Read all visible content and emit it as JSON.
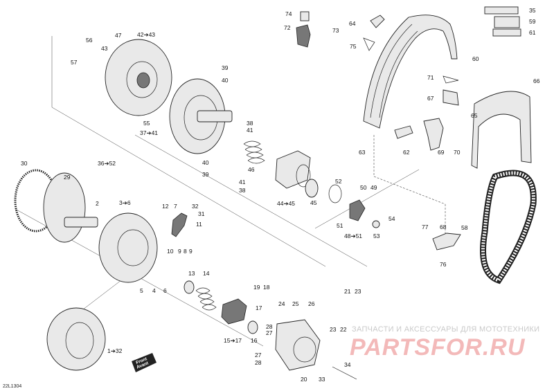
{
  "figure_code": "22L1304",
  "front_label": [
    "Front",
    "Avant"
  ],
  "watermark": {
    "tagline": "ЗАПЧАСТИ И АКСЕССУАРЫ ДЛЯ МОТОТЕХНИКИ",
    "logo": "PARTSFOR.RU"
  },
  "callouts": [
    {
      "id": "c74",
      "text": "74"
    },
    {
      "id": "c73",
      "text": "73"
    },
    {
      "id": "c72",
      "text": "72"
    },
    {
      "id": "c64",
      "text": "64"
    },
    {
      "id": "c75",
      "text": "75"
    },
    {
      "id": "c60",
      "text": "60"
    },
    {
      "id": "c35",
      "text": "35"
    },
    {
      "id": "c59",
      "text": "59"
    },
    {
      "id": "c61",
      "text": "61"
    },
    {
      "id": "c47",
      "text": "47"
    },
    {
      "id": "c42-43",
      "text": "42➔43"
    },
    {
      "id": "c56",
      "text": "56"
    },
    {
      "id": "c43",
      "text": "43"
    },
    {
      "id": "c57",
      "text": "57"
    },
    {
      "id": "c39a",
      "text": "39"
    },
    {
      "id": "c40a",
      "text": "40"
    },
    {
      "id": "c71",
      "text": "71"
    },
    {
      "id": "c66",
      "text": "66"
    },
    {
      "id": "c67",
      "text": "67"
    },
    {
      "id": "c65",
      "text": "65"
    },
    {
      "id": "c55",
      "text": "55"
    },
    {
      "id": "c37-41",
      "text": "37➔41"
    },
    {
      "id": "c38a",
      "text": "38"
    },
    {
      "id": "c41a",
      "text": "41"
    },
    {
      "id": "c63",
      "text": "63"
    },
    {
      "id": "c62",
      "text": "62"
    },
    {
      "id": "c69",
      "text": "69"
    },
    {
      "id": "c70",
      "text": "70"
    },
    {
      "id": "c36-52",
      "text": "36➔52"
    },
    {
      "id": "c40b",
      "text": "40"
    },
    {
      "id": "c39b",
      "text": "39"
    },
    {
      "id": "c46",
      "text": "46"
    },
    {
      "id": "c30",
      "text": "30"
    },
    {
      "id": "c29",
      "text": "29"
    },
    {
      "id": "c41b",
      "text": "41"
    },
    {
      "id": "c38b",
      "text": "38"
    },
    {
      "id": "c52",
      "text": "52"
    },
    {
      "id": "c50",
      "text": "50"
    },
    {
      "id": "c49",
      "text": "49"
    },
    {
      "id": "c44-45",
      "text": "44➔45"
    },
    {
      "id": "c45",
      "text": "45"
    },
    {
      "id": "c2",
      "text": "2"
    },
    {
      "id": "c3-6",
      "text": "3➔6"
    },
    {
      "id": "c12",
      "text": "12"
    },
    {
      "id": "c7",
      "text": "7"
    },
    {
      "id": "c32a",
      "text": "32"
    },
    {
      "id": "c31",
      "text": "31"
    },
    {
      "id": "c11",
      "text": "11"
    },
    {
      "id": "c51",
      "text": "51"
    },
    {
      "id": "c54",
      "text": "54"
    },
    {
      "id": "c58",
      "text": "58"
    },
    {
      "id": "c77",
      "text": "77"
    },
    {
      "id": "c68",
      "text": "68"
    },
    {
      "id": "c48-51",
      "text": "48➔51"
    },
    {
      "id": "c53",
      "text": "53"
    },
    {
      "id": "c10",
      "text": "10"
    },
    {
      "id": "c9a",
      "text": "9"
    },
    {
      "id": "c8",
      "text": "8"
    },
    {
      "id": "c9b",
      "text": "9"
    },
    {
      "id": "c76",
      "text": "76"
    },
    {
      "id": "c13",
      "text": "13"
    },
    {
      "id": "c14",
      "text": "14"
    },
    {
      "id": "c5",
      "text": "5"
    },
    {
      "id": "c4",
      "text": "4"
    },
    {
      "id": "c6",
      "text": "6"
    },
    {
      "id": "c19",
      "text": "19"
    },
    {
      "id": "c18",
      "text": "18"
    },
    {
      "id": "c21",
      "text": "21"
    },
    {
      "id": "c23a",
      "text": "23"
    },
    {
      "id": "c24",
      "text": "24"
    },
    {
      "id": "c25",
      "text": "25"
    },
    {
      "id": "c26",
      "text": "26"
    },
    {
      "id": "c17",
      "text": "17"
    },
    {
      "id": "c15-17",
      "text": "15➔17"
    },
    {
      "id": "c16",
      "text": "16"
    },
    {
      "id": "c28a",
      "text": "28"
    },
    {
      "id": "c27a",
      "text": "27"
    },
    {
      "id": "c23b",
      "text": "23"
    },
    {
      "id": "c22",
      "text": "22"
    },
    {
      "id": "c1-32",
      "text": "1➔32"
    },
    {
      "id": "c27b",
      "text": "27"
    },
    {
      "id": "c28b",
      "text": "28"
    },
    {
      "id": "c34",
      "text": "34"
    },
    {
      "id": "c20",
      "text": "20"
    },
    {
      "id": "c33",
      "text": "33"
    }
  ]
}
